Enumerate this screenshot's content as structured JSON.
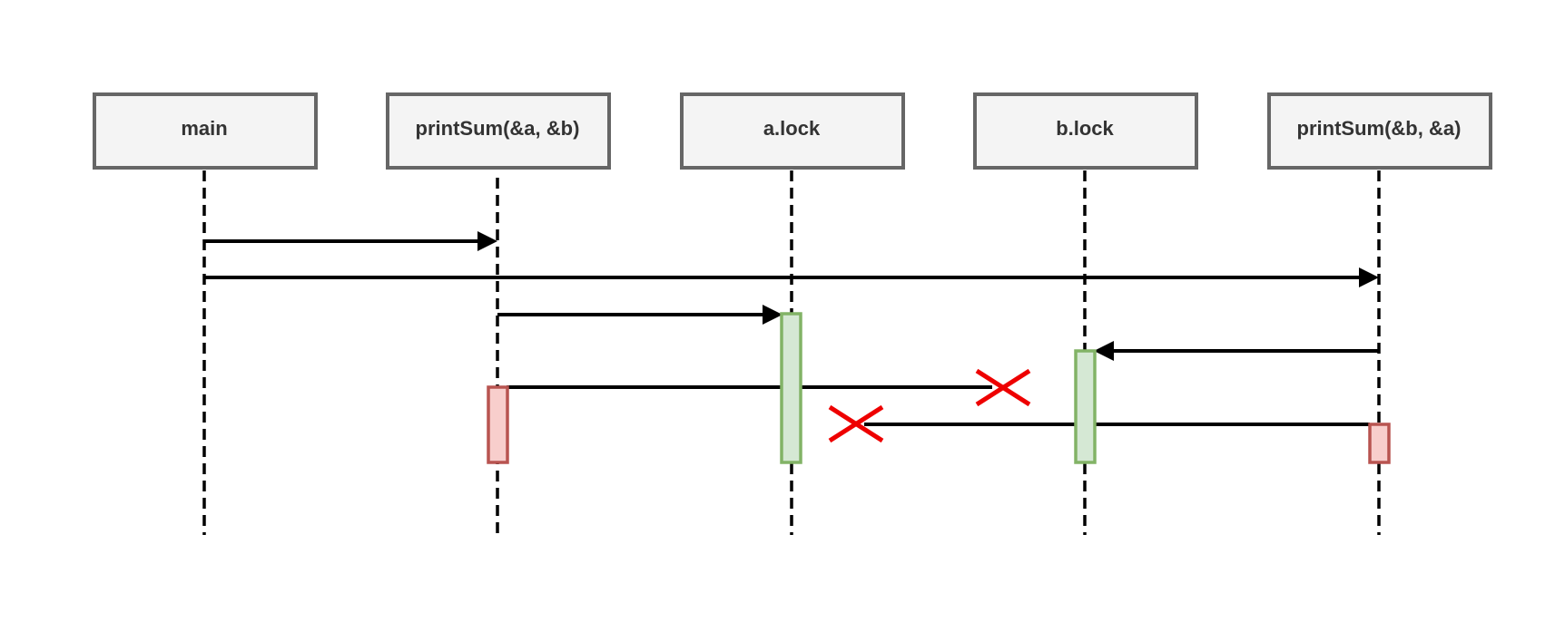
{
  "participants": [
    {
      "id": "main",
      "label": "main"
    },
    {
      "id": "printSumAB",
      "label": "printSum(&a, &b)"
    },
    {
      "id": "aLock",
      "label": "a.lock"
    },
    {
      "id": "bLock",
      "label": "b.lock"
    },
    {
      "id": "printSumBA",
      "label": "printSum(&b, &a)"
    }
  ],
  "messages": [
    {
      "from": "main",
      "to": "printSumAB",
      "kind": "call"
    },
    {
      "from": "main",
      "to": "printSumBA",
      "kind": "call"
    },
    {
      "from": "printSumAB",
      "to": "aLock",
      "kind": "acquire"
    },
    {
      "from": "printSumBA",
      "to": "bLock",
      "kind": "acquire"
    },
    {
      "from": "printSumAB",
      "to": "bLock",
      "kind": "blocked"
    },
    {
      "from": "printSumBA",
      "to": "aLock",
      "kind": "blocked"
    }
  ],
  "activations": [
    {
      "participant": "aLock",
      "state": "held"
    },
    {
      "participant": "bLock",
      "state": "held"
    },
    {
      "participant": "printSumAB",
      "state": "waiting"
    },
    {
      "participant": "printSumBA",
      "state": "waiting"
    }
  ],
  "colors": {
    "box_fill": "#f4f4f4",
    "box_stroke": "#666666",
    "held_fill": "#d5e8d4",
    "held_stroke": "#82b366",
    "waiting_fill": "#f8cecc",
    "waiting_stroke": "#b85450",
    "blocked_cross": "#ee0000"
  }
}
